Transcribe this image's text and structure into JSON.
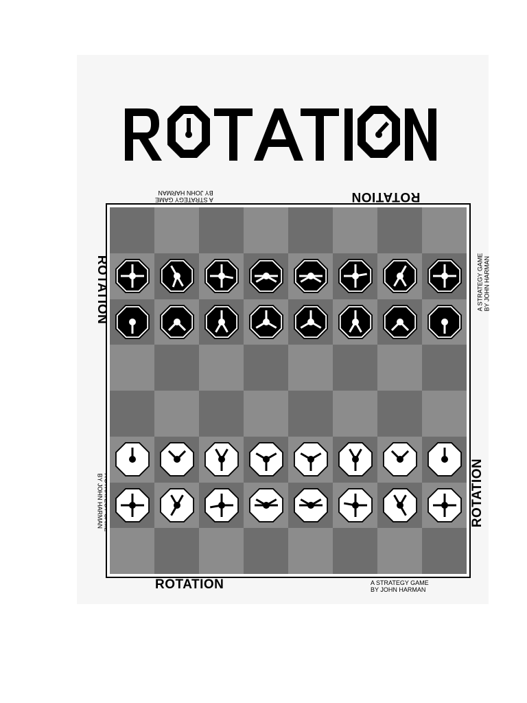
{
  "title": "ROTATION",
  "board_labels": {
    "logo": "ROTATION",
    "credit_line1": "A STRATEGY GAME",
    "credit_line2": "BY JOHN HARMAN"
  },
  "colors": {
    "square_light": "#8c8c8c",
    "square_dark": "#6e6e6e",
    "piece_black": "#000000",
    "piece_white": "#ffffff",
    "ink": "#000000"
  },
  "board": {
    "rows": 8,
    "cols": 8,
    "pieces": [
      {
        "row": 1,
        "col": 0,
        "side": "black",
        "arms": [
          0,
          90,
          180,
          270
        ]
      },
      {
        "row": 1,
        "col": 1,
        "side": "black",
        "arms": [
          150,
          330,
          200
        ]
      },
      {
        "row": 1,
        "col": 2,
        "side": "black",
        "arms": [
          0,
          180,
          100,
          270
        ]
      },
      {
        "row": 1,
        "col": 3,
        "side": "black",
        "arms": [
          240,
          120,
          90,
          270
        ]
      },
      {
        "row": 1,
        "col": 4,
        "side": "black",
        "arms": [
          240,
          120,
          90,
          270
        ]
      },
      {
        "row": 1,
        "col": 5,
        "side": "black",
        "arms": [
          0,
          180,
          80,
          270
        ]
      },
      {
        "row": 1,
        "col": 6,
        "side": "black",
        "arms": [
          30,
          210,
          150
        ]
      },
      {
        "row": 1,
        "col": 7,
        "side": "black",
        "arms": [
          0,
          90,
          180,
          270
        ]
      },
      {
        "row": 2,
        "col": 0,
        "side": "black",
        "arms": [
          180
        ]
      },
      {
        "row": 2,
        "col": 1,
        "side": "black",
        "arms": [
          135,
          225
        ]
      },
      {
        "row": 2,
        "col": 2,
        "side": "black",
        "arms": [
          0,
          150,
          210
        ]
      },
      {
        "row": 2,
        "col": 3,
        "side": "black",
        "arms": [
          0,
          120,
          240
        ]
      },
      {
        "row": 2,
        "col": 4,
        "side": "black",
        "arms": [
          0,
          120,
          240
        ]
      },
      {
        "row": 2,
        "col": 5,
        "side": "black",
        "arms": [
          0,
          150,
          210
        ]
      },
      {
        "row": 2,
        "col": 6,
        "side": "black",
        "arms": [
          135,
          225
        ]
      },
      {
        "row": 2,
        "col": 7,
        "side": "black",
        "arms": [
          180
        ]
      },
      {
        "row": 5,
        "col": 0,
        "side": "white",
        "arms": [
          0
        ]
      },
      {
        "row": 5,
        "col": 1,
        "side": "white",
        "arms": [
          315,
          45
        ]
      },
      {
        "row": 5,
        "col": 2,
        "side": "white",
        "arms": [
          330,
          30,
          180
        ]
      },
      {
        "row": 5,
        "col": 3,
        "side": "white",
        "arms": [
          300,
          60,
          180
        ]
      },
      {
        "row": 5,
        "col": 4,
        "side": "white",
        "arms": [
          300,
          60,
          180
        ]
      },
      {
        "row": 5,
        "col": 5,
        "side": "white",
        "arms": [
          330,
          30,
          180
        ]
      },
      {
        "row": 5,
        "col": 6,
        "side": "white",
        "arms": [
          315,
          45
        ]
      },
      {
        "row": 5,
        "col": 7,
        "side": "white",
        "arms": [
          0
        ]
      },
      {
        "row": 6,
        "col": 0,
        "side": "white",
        "arms": [
          0,
          90,
          180,
          270
        ]
      },
      {
        "row": 6,
        "col": 1,
        "side": "white",
        "arms": [
          30,
          210,
          330
        ]
      },
      {
        "row": 6,
        "col": 2,
        "side": "white",
        "arms": [
          0,
          180,
          90,
          260
        ]
      },
      {
        "row": 6,
        "col": 3,
        "side": "white",
        "arms": [
          60,
          300,
          90,
          270
        ]
      },
      {
        "row": 6,
        "col": 4,
        "side": "white",
        "arms": [
          60,
          300,
          90,
          270
        ]
      },
      {
        "row": 6,
        "col": 5,
        "side": "white",
        "arms": [
          0,
          180,
          90,
          280
        ]
      },
      {
        "row": 6,
        "col": 6,
        "side": "white",
        "arms": [
          330,
          150,
          30
        ]
      },
      {
        "row": 6,
        "col": 7,
        "side": "white",
        "arms": [
          0,
          90,
          180,
          270
        ]
      }
    ]
  }
}
